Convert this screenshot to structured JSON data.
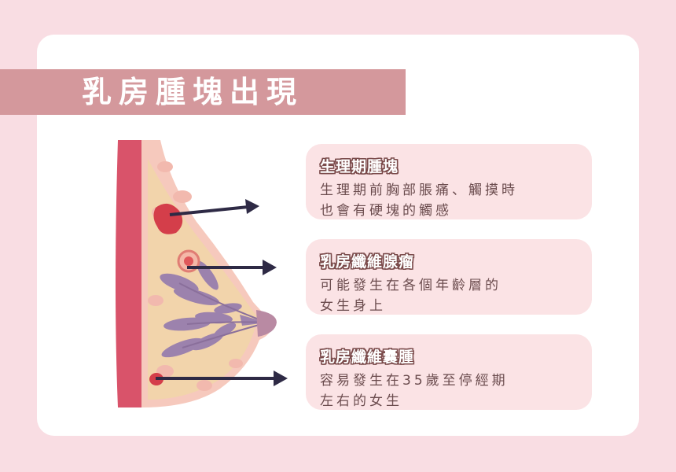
{
  "title": "乳房腫塊出現",
  "colors": {
    "background": "#f9dde3",
    "banner": "#d4989c",
    "box": "#fbe3e5",
    "arrow": "#2e2a45",
    "text": "#6b4c4e"
  },
  "items": [
    {
      "title": "生理期腫塊",
      "lines": [
        "生理期前胸部脹痛、觸摸時",
        "也會有硬塊的觸感"
      ]
    },
    {
      "title": "乳房纖維腺瘤",
      "lines": [
        "可能發生在各個年齡層的",
        "女生身上"
      ]
    },
    {
      "title": "乳房纖維囊腫",
      "lines": [
        "容易發生在35歲至停經期",
        "左右的女生"
      ]
    }
  ]
}
